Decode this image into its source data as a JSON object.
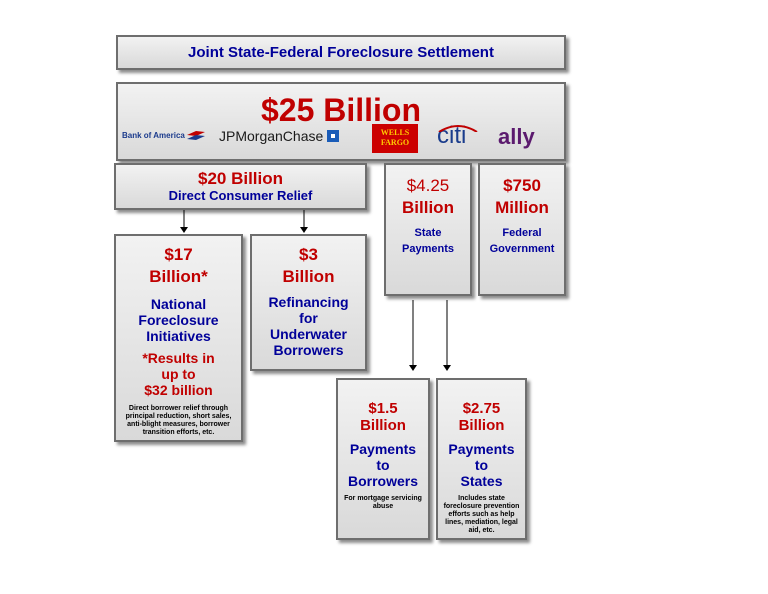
{
  "title": "Joint State-Federal Foreclosure Settlement",
  "total": "$25 Billion",
  "banks": {
    "bofa": "Bank of America",
    "jpm": "JPMorganChase",
    "wells_1": "WELLS",
    "wells_2": "FARGO",
    "citi": "citi",
    "ally": "ally"
  },
  "consumer_relief": {
    "amount": "$20 Billion",
    "label": "Direct Consumer Relief"
  },
  "national": {
    "amount_1": "$17",
    "amount_2": "Billion*",
    "label_1": "National",
    "label_2": "Foreclosure",
    "label_3": "Initiatives",
    "note_1": "*Results in",
    "note_2": "up to",
    "note_3": "$32 billion",
    "detail_1": "Direct borrower relief through",
    "detail_2": "principal reduction, short sales,",
    "detail_3": "anti-blight measures, borrower",
    "detail_4": "transition efforts, etc."
  },
  "refinancing": {
    "amount_1": "$3",
    "amount_2": "Billion",
    "label_1": "Refinancing",
    "label_2": "for",
    "label_3": "Underwater",
    "label_4": "Borrowers"
  },
  "state": {
    "amount_1": "$4.25",
    "amount_2": "Billion",
    "label_1": "State",
    "label_2": "Payments"
  },
  "federal": {
    "amount_1": "$750",
    "amount_2": "Million",
    "label_1": "Federal",
    "label_2": "Government"
  },
  "borrowers": {
    "amount_1": "$1.5",
    "amount_2": "Billion",
    "label_1": "Payments",
    "label_2": "to",
    "label_3": "Borrowers",
    "detail_1": "For mortgage servicing",
    "detail_2": "abuse"
  },
  "states": {
    "amount_1": "$2.75",
    "amount_2": "Billion",
    "label_1": "Payments",
    "label_2": "to",
    "label_3": "States",
    "detail_1": "Includes state",
    "detail_2": "foreclosure prevention",
    "detail_3": "efforts such as help",
    "detail_4": "lines, mediation, legal",
    "detail_5": "aid, etc."
  },
  "colors": {
    "amount_red": "#c00000",
    "label_blue": "#000099",
    "title_blue": "#000099",
    "wells_red": "#cc0000",
    "wells_gold": "#ffcc00",
    "citi_blue": "#1a3c8c",
    "ally_purple": "#5b1a6e"
  }
}
